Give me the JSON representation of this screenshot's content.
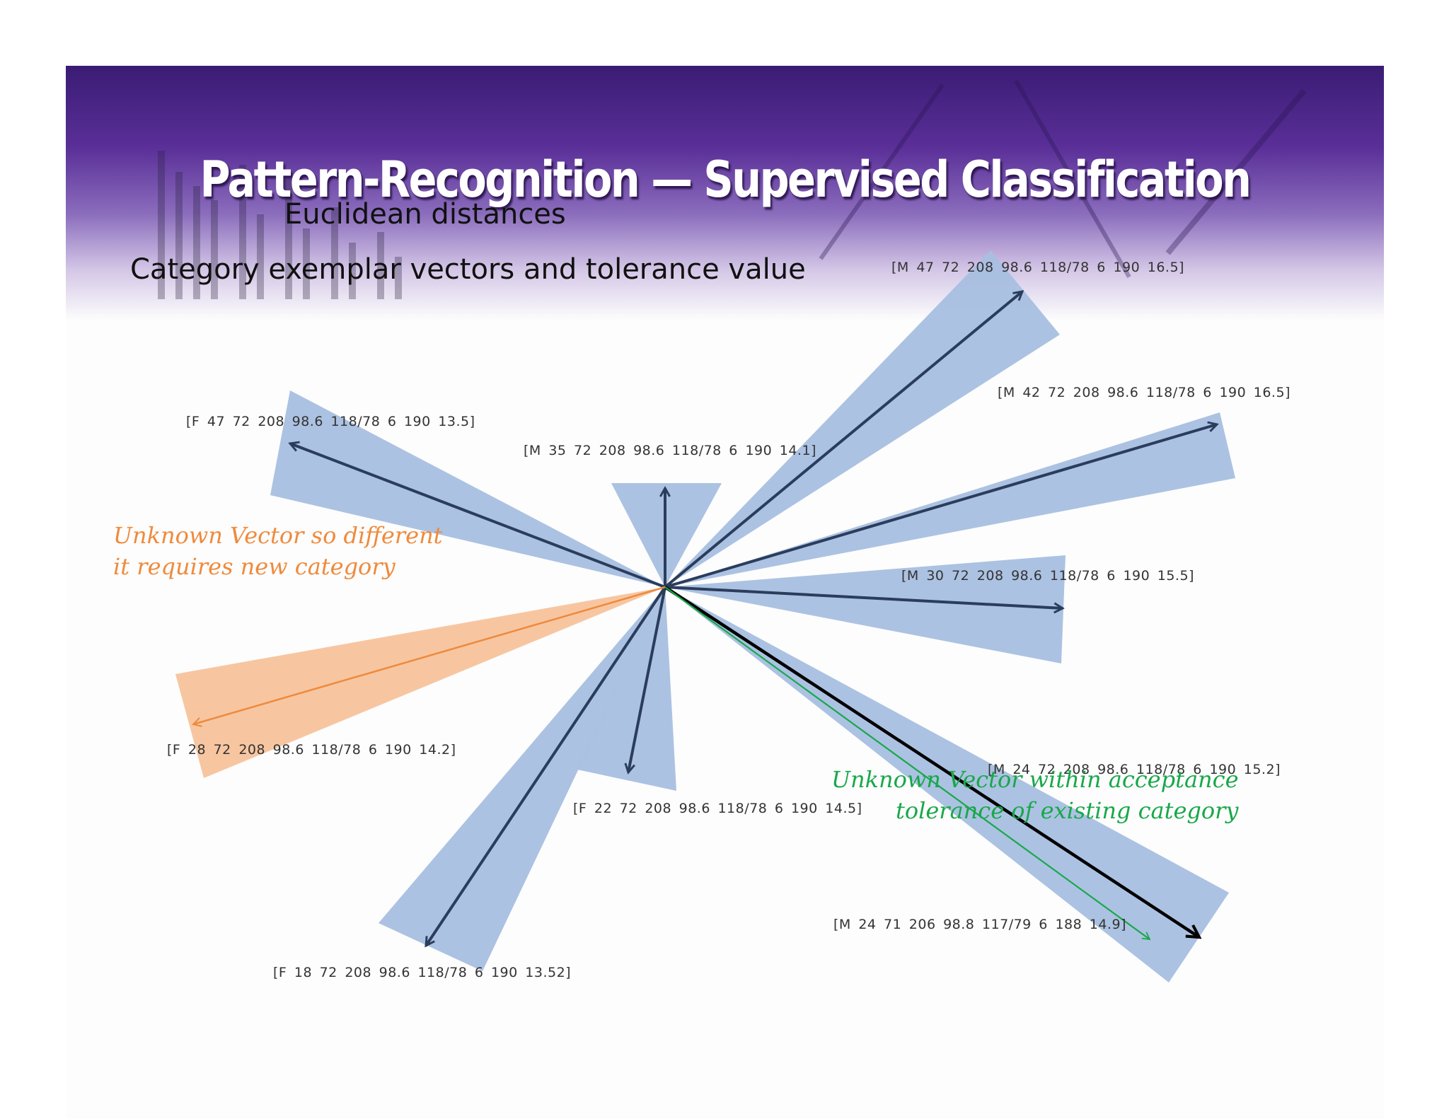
{
  "slide": {
    "title": "Pattern-Recognition — Supervised Classification",
    "subtitle_1": "Euclidean distances",
    "subtitle_2": "Category exemplar vectors and tolerance value"
  },
  "colors": {
    "cone_blue": "#a8bfe0",
    "arrow_navy": "#2b3d5c",
    "cone_orange": "#f7c39c",
    "arrow_orange": "#ef8a3c",
    "arrow_black": "#000000",
    "arrow_green": "#18a84a",
    "header_purple": "#5a2f98"
  },
  "exemplar_vectors": [
    {
      "label": "[M 47 72 208 98.6 118/78 6 190 16.5]",
      "category": "M"
    },
    {
      "label": "[M 42 72 208 98.6 118/78 6 190 16.5]",
      "category": "M"
    },
    {
      "label": "[F 47 72 208 98.6 118/78 6 190 13.5]",
      "category": "F"
    },
    {
      "label": "[M 35 72 208 98.6 118/78 6 190 14.1]",
      "category": "M"
    },
    {
      "label": "[M 30 72 208 98.6 118/78 6 190 15.5]",
      "category": "M"
    },
    {
      "label": "[F 28 72 208 98.6 118/78 6 190 14.2]",
      "category": "F"
    },
    {
      "label": "[M 24 72 208 98.6 118/78 6 190 15.2]",
      "category": "M"
    },
    {
      "label": "[F 22 72 208 98.6 118/78 6 190 14.5]",
      "category": "F"
    },
    {
      "label": "[M 24 71 206 98.8 117/79 6 188 14.9]",
      "category": "M"
    },
    {
      "label": "[F 18 72 208 98.6 118/78 6 190 13.52]",
      "category": "F"
    }
  ],
  "notes": {
    "new_category_line1": "Unknown Vector so different",
    "new_category_line2": "it requires new category",
    "acceptance_line1": "Unknown Vector within acceptance",
    "acceptance_line2": "tolerance of existing category"
  }
}
